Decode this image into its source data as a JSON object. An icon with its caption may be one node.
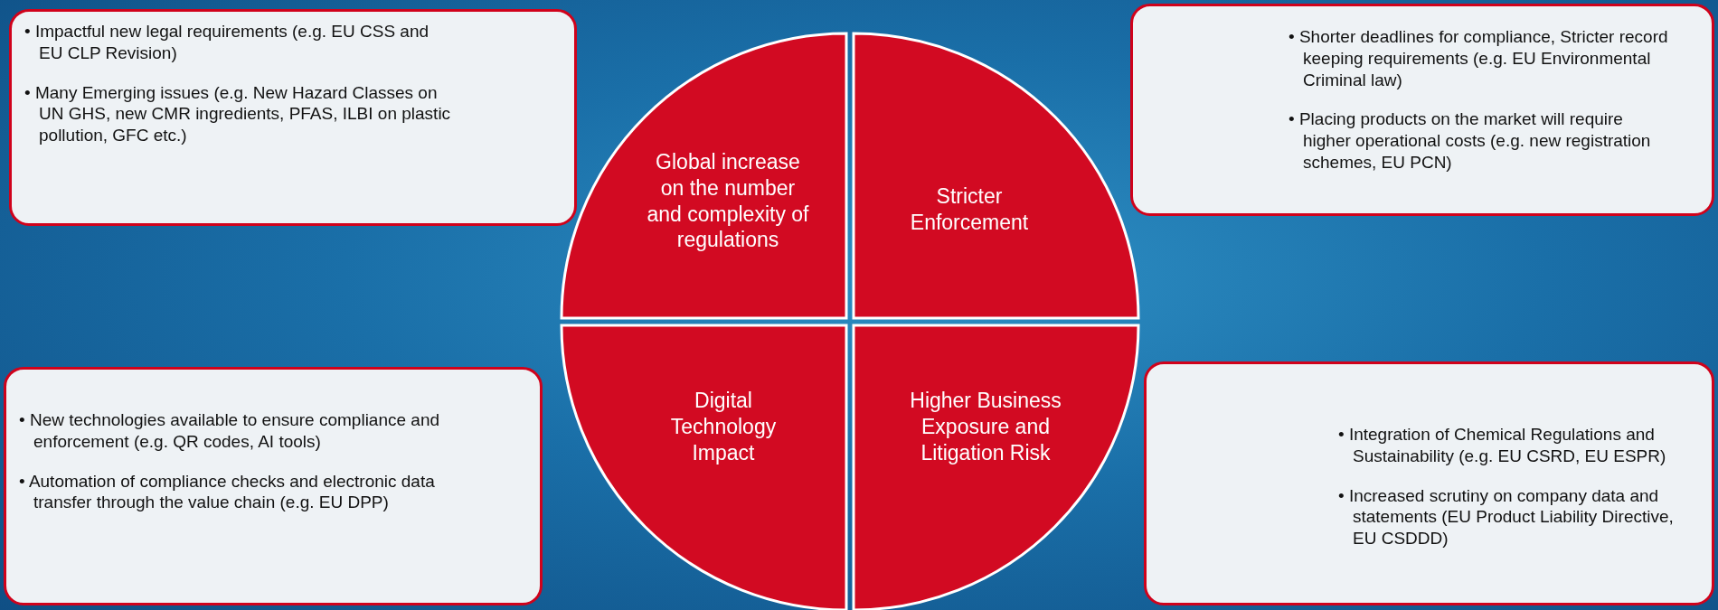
{
  "diagram": {
    "nodes": [
      {
        "text": [
          "• Impactful new legal requirements (e.g. EU CSS and EU CLP Revision)",
          "• Many Emerging issues (e.g. New Hazard Classes on UN GHS, new CMR ingredients, PFAS, ILBI on plastic pollution, GFC etc.)"
        ]
      },
      {
        "text": [
          "Global increase on the number and complexity of regulations"
        ]
      },
      {
        "text": [
          "Stricter Enforcement"
        ]
      },
      {
        "text": [
          "• Shorter deadlines for compliance, Stricter record keeping requirements (e.g. EU Environmental Criminal law)",
          "• Placing products on the market will require higher operational costs (e.g. new registration schemes, EU PCN)"
        ]
      },
      {
        "text": [
          "• New technologies available to ensure compliance and enforcement (e.g. QR codes, AI tools)",
          "• Automation of compliance checks and electronic data transfer  through the value chain (e.g. EU DPP)"
        ]
      },
      {
        "text": [
          "Digital Technology Impact"
        ]
      },
      {
        "text": [
          "Higher Business Exposure and Litigation Risk"
        ]
      },
      {
        "text": [
          "• Integration of Chemical Regulations and Sustainability (e.g. EU CSRD, EU ESPR)",
          "• Increased scrutiny on company data and statements (EU Product Liability Directive, EU CSDDD)"
        ]
      }
    ]
  }
}
